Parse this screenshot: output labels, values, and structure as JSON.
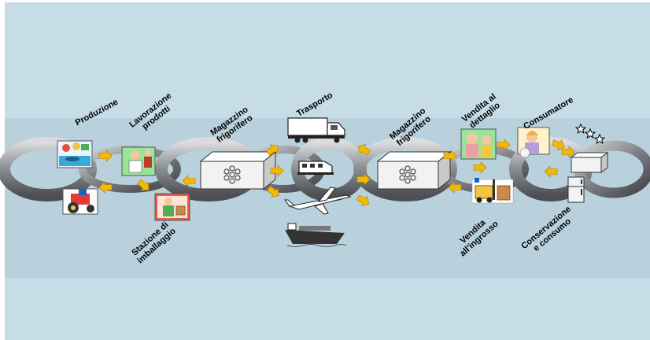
{
  "colors": {
    "background": "#c6dce6",
    "band": "#b8d1dc",
    "chain": "#8c8f92",
    "arrow": "#f5b800",
    "box": "#f2f2f2"
  },
  "labels": {
    "produzione": "Produzione",
    "lavorazione": "Lavorazione\nprodotti",
    "magazzino1": "Magazzino\nfrigorifero",
    "trasporto": "Trasporto",
    "magazzino2": "Magazzino\nfrigorifero",
    "vendita_dettaglio": "Vendita al\ndettaglio",
    "consumatore": "Consumatore",
    "stazione": "Stazione di\nimballaggio",
    "vendita_ingrosso": "Vendita\nall'ingrosso",
    "conservazione": "Conservazione\ne consumo"
  },
  "icons": {
    "produzione": "farm-produce-icon",
    "tractor": "tractor-icon",
    "lavorazione": "factory-worker-icon",
    "stazione": "packaging-worker-icon",
    "magazzino1": "cold-storage-box-icon",
    "truck": "truck-icon",
    "train": "train-icon",
    "plane": "airplane-icon",
    "ship": "ship-icon",
    "magazzino2": "cold-storage-box-icon",
    "vendita_dettaglio": "retail-shoppers-icon",
    "vendita_ingrosso": "forklift-icon",
    "consumatore": "consumer-icon",
    "freezer": "freezer-icon",
    "fridge": "fridge-icon",
    "stars": "stars-icon"
  }
}
